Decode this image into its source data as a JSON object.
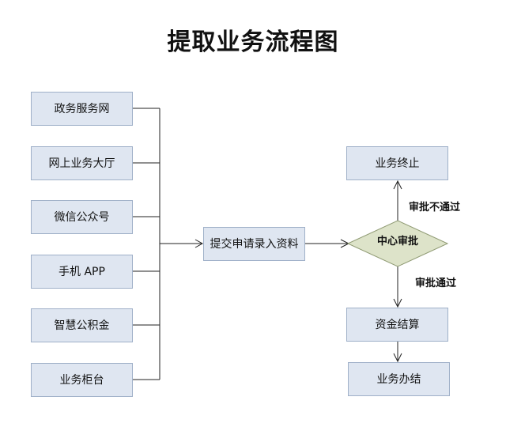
{
  "title": "提取业务流程图",
  "channels": [
    "政务服务网",
    "网上业务大厅",
    "微信公众号",
    "手机 APP",
    "智慧公积金",
    "业务柜台"
  ],
  "submit": [
    "提交申请",
    "录入资料"
  ],
  "center_review": "中心审批",
  "reject_label": "审批不通过",
  "approve_label": "审批通过",
  "terminate": "业务终止",
  "settlement": "资金结算",
  "complete": "业务办结"
}
